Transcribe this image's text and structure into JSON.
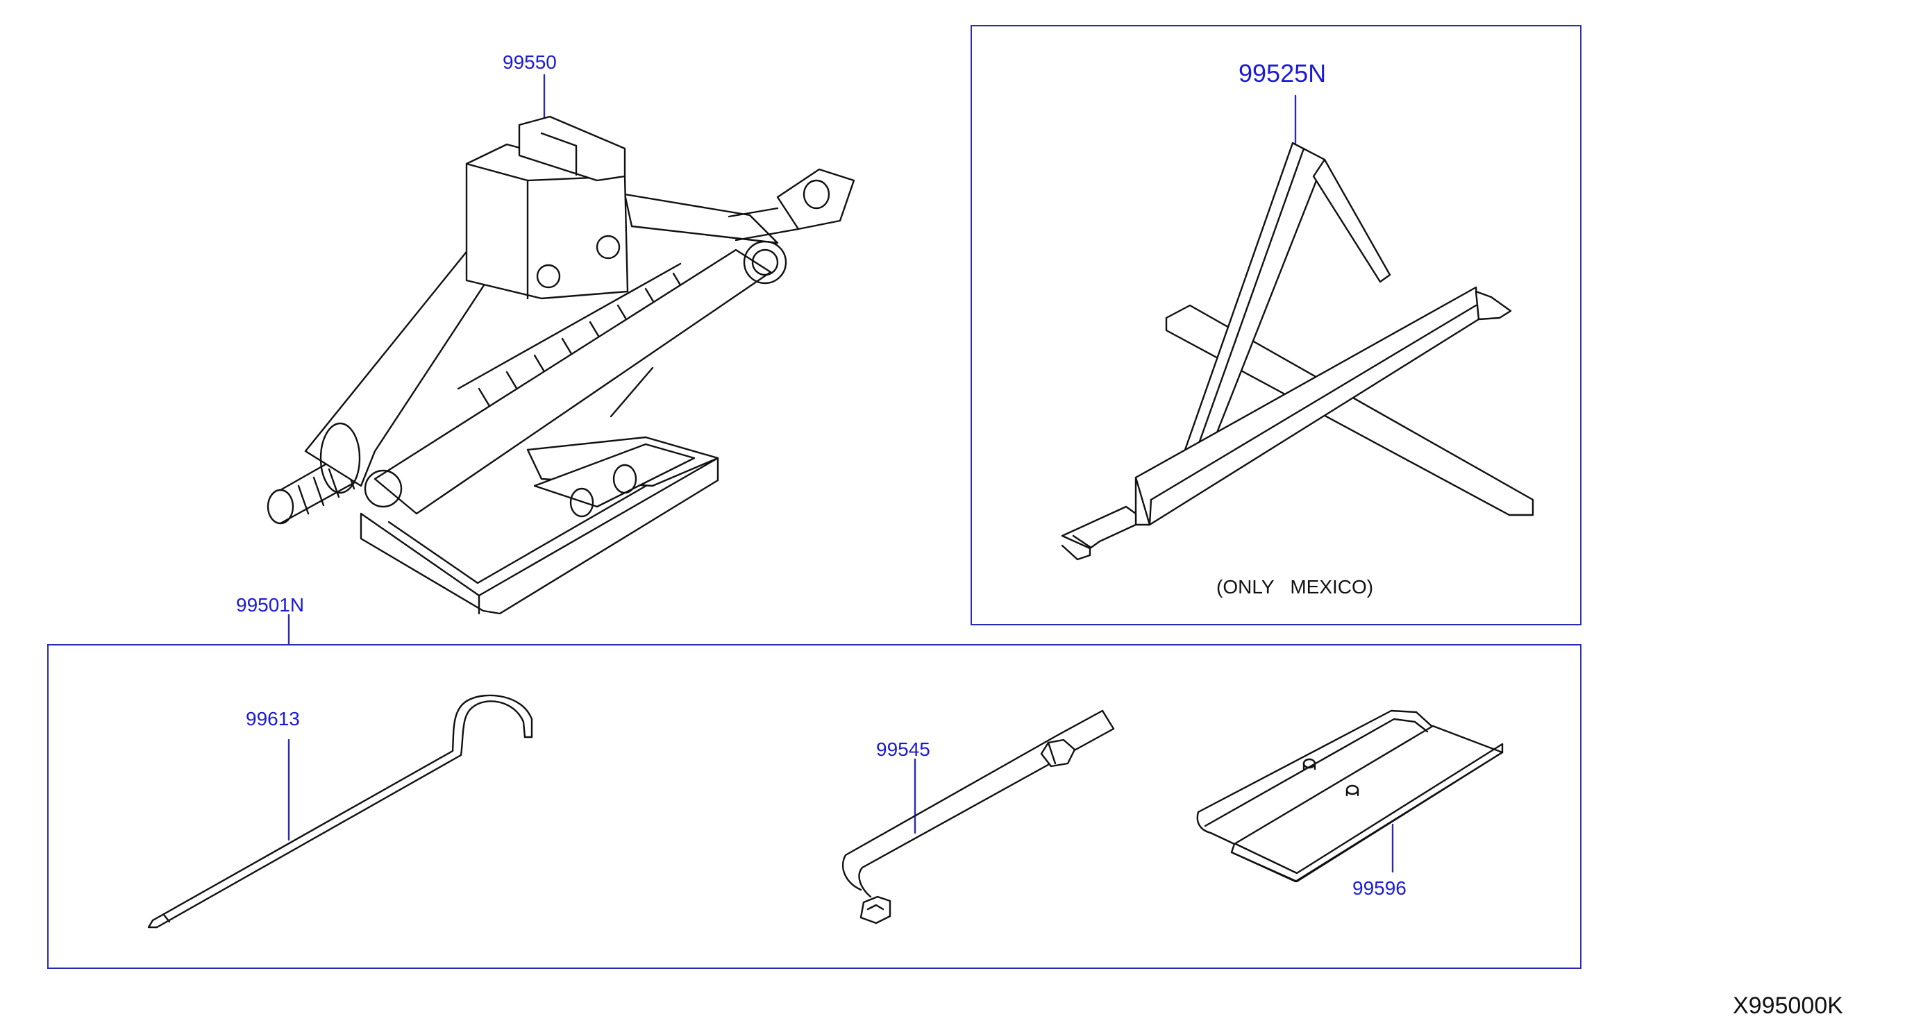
{
  "parts": {
    "jack": "99550",
    "stand": "99525N",
    "tool_kit": "99501N",
    "jack_handle": "99613",
    "wheel_wrench": "99545",
    "tool_bag": "99596"
  },
  "note_only_mexico": "(ONLY   MEXICO)",
  "illustration_code": "X995000K",
  "colors": {
    "label": "#1a1ad8",
    "frame": "#2a2ab5",
    "line_art": "#111111"
  }
}
